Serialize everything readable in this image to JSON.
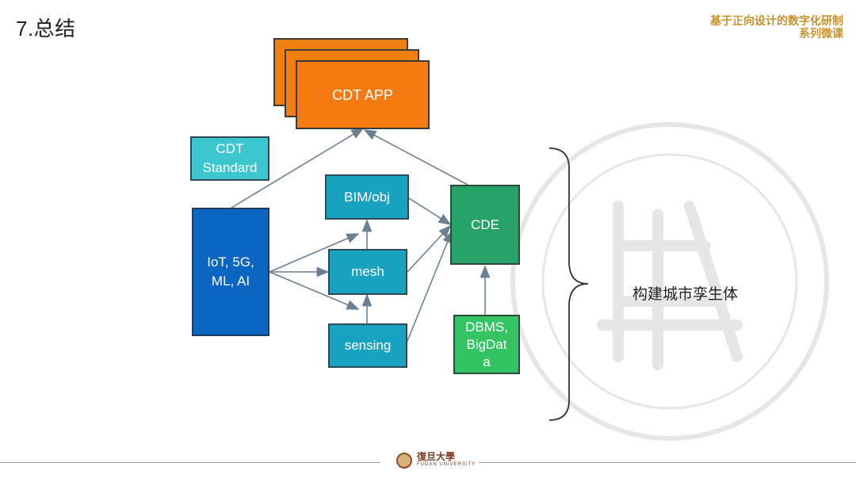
{
  "header": {
    "slide_title": "7.总结",
    "course_title_line1": "基于正向设计的数字化研制",
    "course_title_line2": "系列微课"
  },
  "diagram": {
    "app": {
      "label": "CDT APP"
    },
    "standard": {
      "line1": "CDT",
      "line2": "Standard"
    },
    "iot": {
      "line1": "IoT, 5G,",
      "line2": "ML, AI"
    },
    "bim": {
      "label": "BIM/obj"
    },
    "mesh": {
      "label": "mesh"
    },
    "sensing": {
      "label": "sensing"
    },
    "cde": {
      "label": "CDE"
    },
    "dbms": {
      "line1": "DBMS,",
      "line2": "BigDat",
      "line3": "a"
    },
    "brace_label": "构建城市孪生体",
    "colors": {
      "orange": "#f47a12",
      "teal": "#1aa3c0",
      "light_teal": "#3cc7cf",
      "blue": "#0b66c1",
      "green": "#27a36a",
      "light_green": "#35c463",
      "gold": "#c8912a"
    }
  },
  "footer": {
    "logo_cn": "復旦大學",
    "logo_en": "FUDAN UNIVERSITY"
  }
}
